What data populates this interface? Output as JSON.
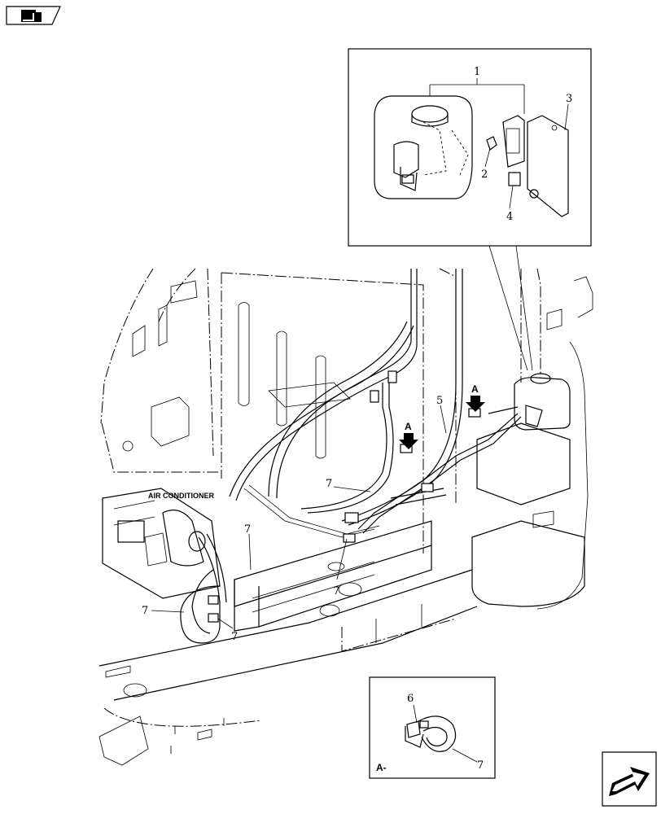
{
  "callouts": {
    "n1": "1",
    "n2": "2",
    "n3": "3",
    "n4": "4",
    "n5": "5",
    "n6": "6",
    "n7": "7"
  },
  "labels": {
    "air_conditioner": "AIR CONDITIONER",
    "arrow_a": "A",
    "detail_a": "A-"
  },
  "icons": {
    "top_left": "book-nav-icon",
    "bottom_right": "next-arrow-icon"
  }
}
